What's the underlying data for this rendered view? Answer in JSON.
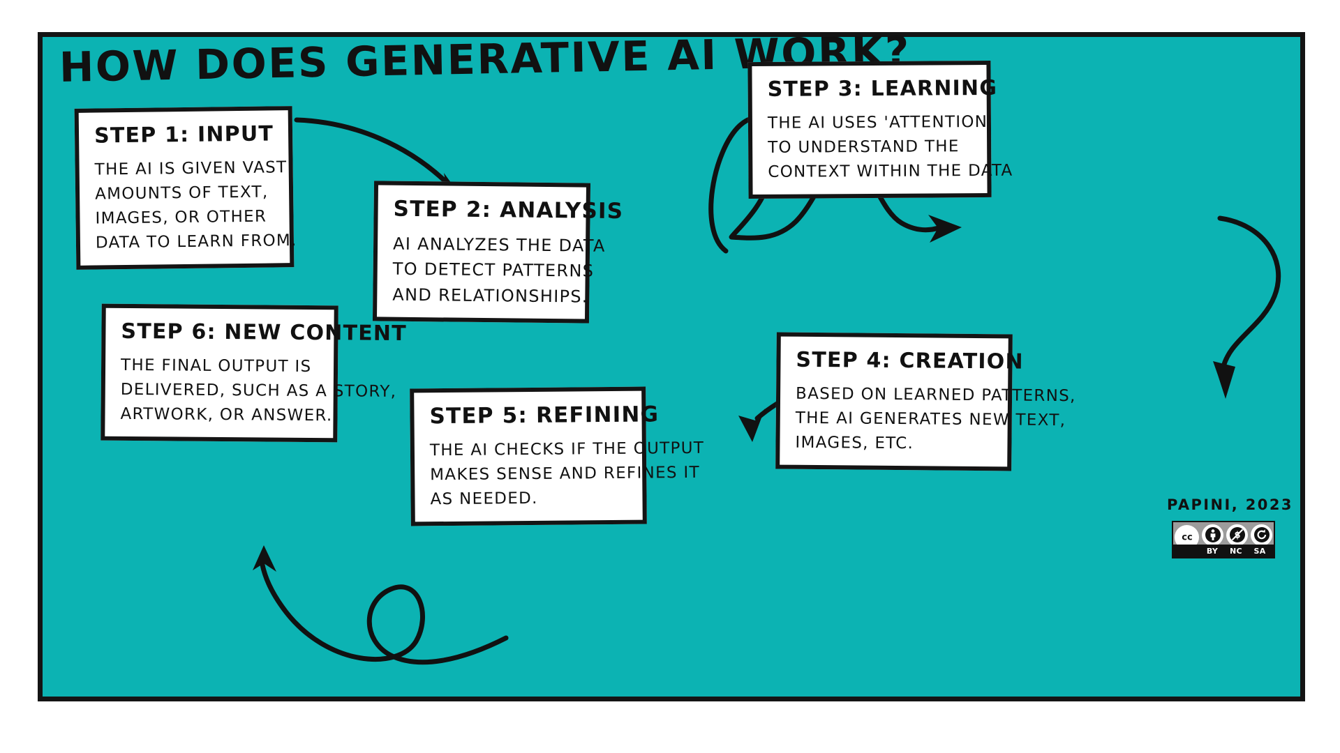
{
  "poster": {
    "title": "HOW DOES GENERATIVE AI WORK?",
    "background_color": "#0cb3b3",
    "ink_color": "#141414",
    "box_fill": "#ffffff",
    "credit": "PAPINI, 2023"
  },
  "steps": [
    {
      "id": "step1",
      "heading": "STEP 1: INPUT",
      "lines": [
        "THE AI IS GIVEN VAST",
        "AMOUNTS OF TEXT,",
        "IMAGES, OR OTHER",
        "DATA TO LEARN FROM."
      ]
    },
    {
      "id": "step2",
      "heading": "STEP 2: ANALYSIS",
      "lines": [
        "AI ANALYZES THE DATA",
        "TO DETECT PATTERNS",
        "AND RELATIONSHIPS."
      ]
    },
    {
      "id": "step3",
      "heading": "STEP 3: LEARNING",
      "lines": [
        "THE AI USES 'ATTENTION'",
        "TO UNDERSTAND THE",
        "CONTEXT WITHIN THE DATA"
      ]
    },
    {
      "id": "step4",
      "heading": "STEP 4: CREATION",
      "lines": [
        "BASED ON LEARNED PATTERNS,",
        "THE AI GENERATES NEW TEXT,",
        "IMAGES, ETC."
      ]
    },
    {
      "id": "step5",
      "heading": "STEP 5: REFINING",
      "lines": [
        "THE AI CHECKS IF THE OUTPUT",
        "MAKES SENSE AND REFINES IT",
        "AS NEEDED."
      ]
    },
    {
      "id": "step6",
      "heading": "STEP 6: NEW CONTENT",
      "lines": [
        "THE FINAL OUTPUT IS",
        "DELIVERED, SUCH AS A STORY,",
        "ARTWORK, OR ANSWER."
      ]
    }
  ],
  "arrows": [
    {
      "name": "arrow-step1-to-step2",
      "from": "step1",
      "to": "step2",
      "style": "curve"
    },
    {
      "name": "arrow-step2-to-step3",
      "from": "step2",
      "to": "step3",
      "style": "loop-wave"
    },
    {
      "name": "arrow-step3-to-step4",
      "from": "step3",
      "to": "step4",
      "style": "s-curve"
    },
    {
      "name": "arrow-step4-to-step5",
      "from": "step4",
      "to": "step5",
      "style": "arc"
    },
    {
      "name": "arrow-step5-to-step6",
      "from": "step5",
      "to": "step6",
      "style": "loop"
    }
  ],
  "license": {
    "badge_name": "cc-by-nc-sa-badge",
    "labels": [
      "BY",
      "NC",
      "SA"
    ],
    "icons": [
      "cc-icon",
      "by-person-icon",
      "nc-nocommercial-icon",
      "sa-sharealike-icon"
    ],
    "badge_bg": "#9c9c9c",
    "label_bg": "#111111"
  }
}
